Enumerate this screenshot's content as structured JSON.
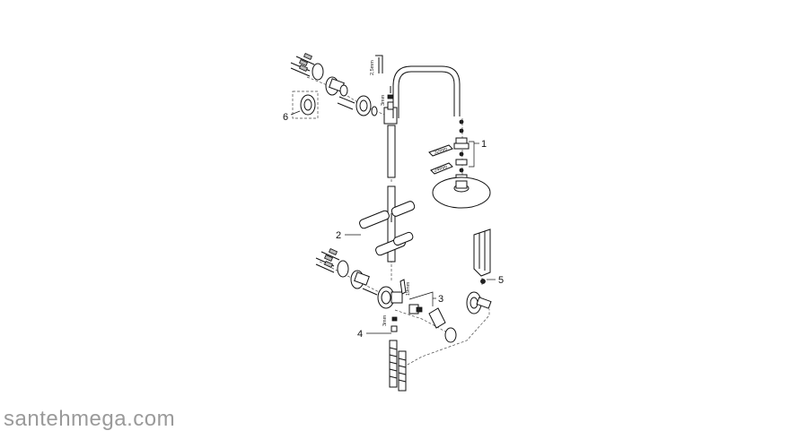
{
  "callouts": {
    "c1": "1",
    "c2": "2",
    "c3": "3",
    "c4": "4",
    "c5": "5",
    "c6": "6"
  },
  "dimensions": {
    "d_top": "2,5mm",
    "d_tee": "3mm",
    "d_nut1": "32mm",
    "d_nut2": "24mm",
    "d_valve": "19mm",
    "d_hose": "3mm"
  },
  "watermark": "santehmega.com"
}
